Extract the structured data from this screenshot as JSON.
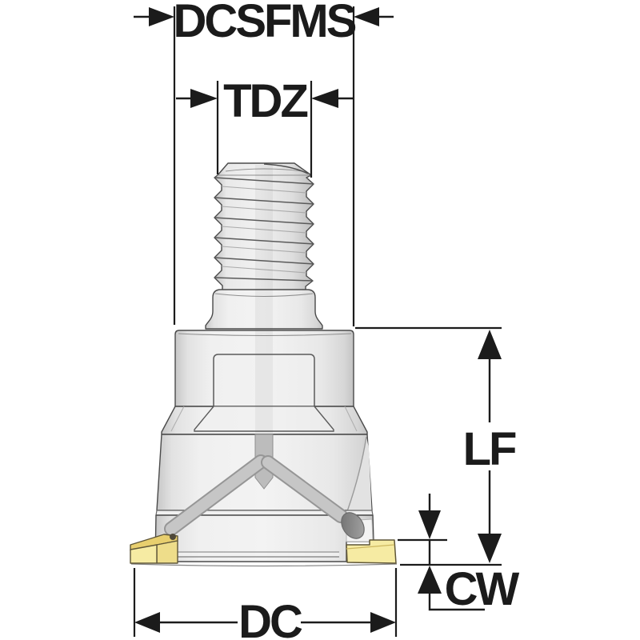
{
  "drawing": {
    "type": "technical-dimension-diagram",
    "labels": {
      "dcsfms": "DCSFMS",
      "tdz": "TDZ",
      "lf": "LF",
      "cw": "CW",
      "dc": "DC"
    },
    "colors": {
      "dimension_ink": "#1b1b1b",
      "tool_outline": "#4a4a4a",
      "tool_body": "#ececec",
      "insert_gold": "#f6eba3",
      "insert_gold_mid": "#e8cf6e",
      "insert_gold_leg": "#eedd8a",
      "insert_outline": "#5f5638"
    }
  }
}
